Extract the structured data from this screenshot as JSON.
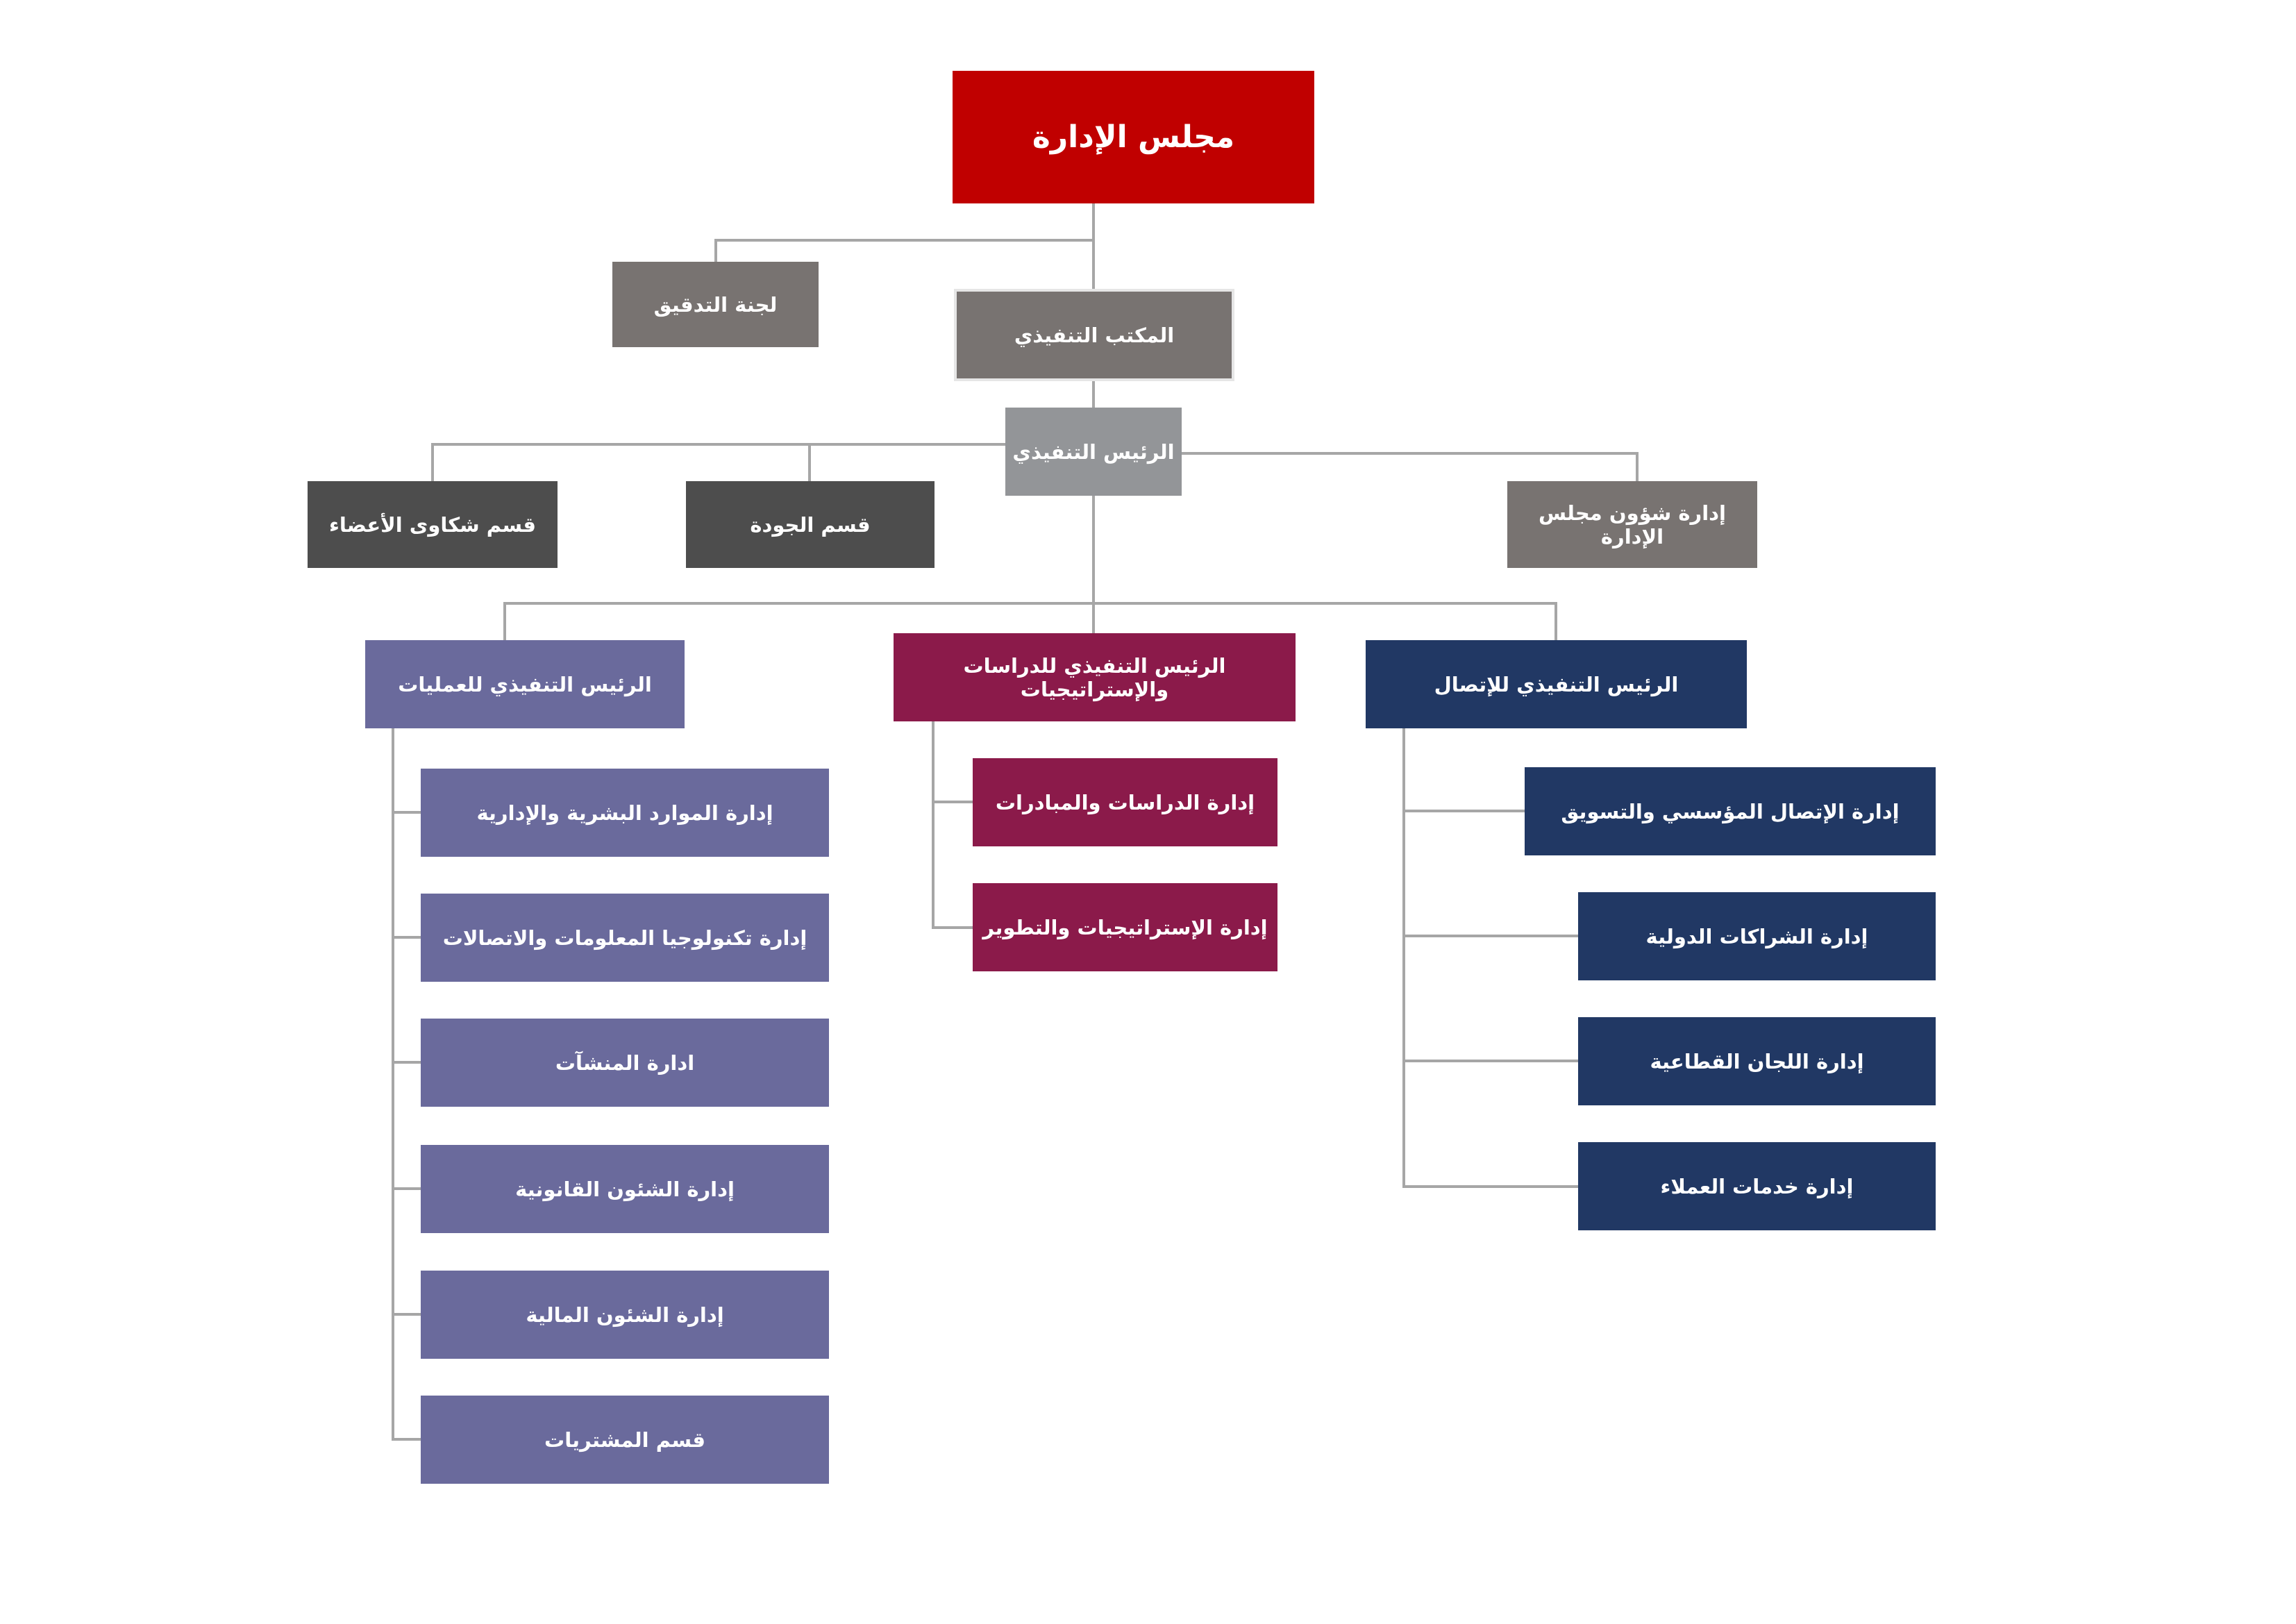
{
  "board": "مجلس الإدارة",
  "audit_committee": "لجنة التدقيق",
  "executive_office": "المكتب التنفيذي",
  "ceo": "الرئيس التنفيذي",
  "ceo_units": {
    "member_complaints": "قسم شكاوى الأعضاء",
    "quality": "قسم الجودة",
    "board_affairs": "إدارة شؤون مجلس الإدارة"
  },
  "operations": {
    "title": "الرئيس التنفيذي للعمليات",
    "children": [
      "إدارة الموارد البشرية والإدارية",
      "إدارة تكنولوجيا المعلومات والاتصالات",
      "ادارة المنشآت",
      "إدارة الشئون القانونية",
      "إدارة الشئون المالية",
      "قسم المشتريات"
    ]
  },
  "studies": {
    "title": "الرئيس التنفيذي للدراسات والإستراتيجيات",
    "children": [
      "إدارة الدراسات والمبادرات",
      "إدارة الإستراتيجيات والتطوير"
    ]
  },
  "communication": {
    "title": "الرئيس التنفيذي للإتصال",
    "children": [
      "إدارة الإتصال المؤسسي والتسويق",
      "إدارة الشراكات الدولية",
      "إدارة اللجان القطاعية",
      "إدارة خدمات العملاء"
    ]
  },
  "colors": {
    "board": "#c00000",
    "gray": "#787371",
    "ceo": "#939598",
    "dark": "#4d4d4d",
    "operations": "#6a6a9c",
    "studies": "#8b1a4a",
    "communication": "#213864",
    "connector": "#a6a6a6"
  }
}
